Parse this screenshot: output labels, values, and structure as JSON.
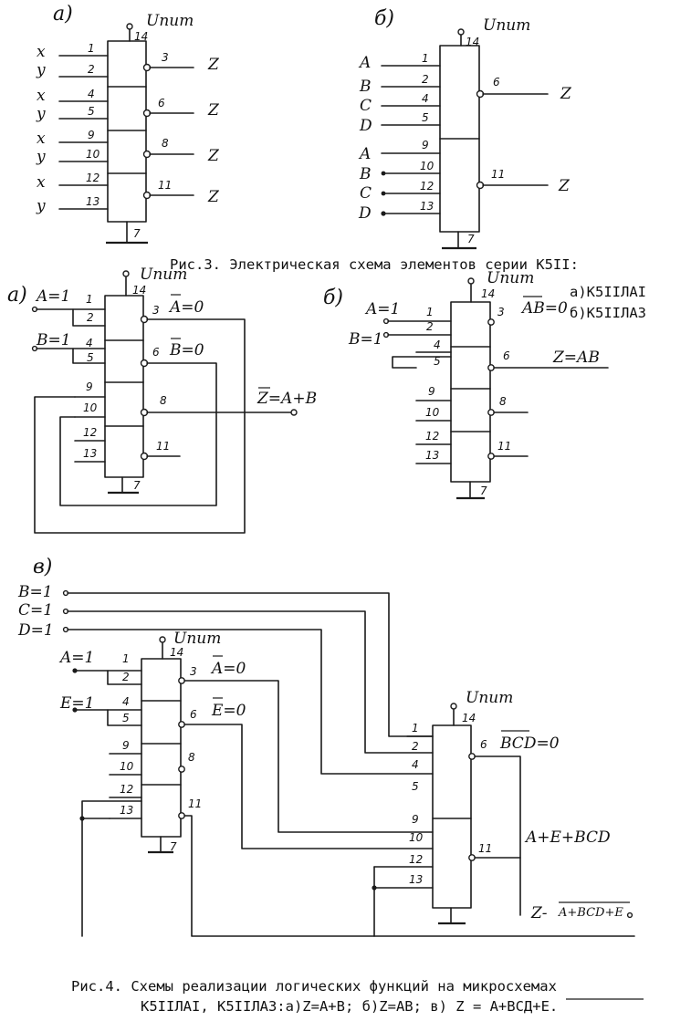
{
  "fig3": {
    "a_mark": "а)",
    "b_mark": "б)",
    "supply": "Uпит",
    "supply_pin": "14",
    "gnd_pin": "7",
    "a_inputs": [
      "x",
      "y",
      "x",
      "y",
      "x",
      "y",
      "x",
      "y"
    ],
    "a_in_pins": [
      "1",
      "2",
      "4",
      "5",
      "9",
      "10",
      "12",
      "13"
    ],
    "a_out_pins": [
      "3",
      "6",
      "8",
      "11"
    ],
    "a_outputs": [
      "Z",
      "Z",
      "Z",
      "Z"
    ],
    "b_inputs": [
      "A",
      "B",
      "C",
      "D",
      "A",
      "B",
      "C",
      "D"
    ],
    "b_in_pins": [
      "1",
      "2",
      "4",
      "5",
      "9",
      "10",
      "12",
      "13"
    ],
    "b_out_pins": [
      "6",
      "11"
    ],
    "b_outputs": [
      "Z",
      "Z"
    ],
    "caption": "Рис.3. Электрическая схема элементов серии К5II:",
    "legend_a": "а)К5IIЛАI",
    "legend_b": "б)К5IIЛА3"
  },
  "fig4": {
    "a_mark": "а)",
    "b_mark": "б)",
    "c_mark": "в)",
    "supply": "Uпит",
    "supply_pin": "14",
    "gnd_pin": "7",
    "a": {
      "in_a": "A=1",
      "in_b": "B=1",
      "in_pins": [
        "1",
        "2",
        "4",
        "5",
        "9",
        "10",
        "12",
        "13"
      ],
      "out_pins": [
        "3",
        "6",
        "8",
        "11"
      ],
      "not_a": "A=0",
      "not_b": "B=0",
      "result": "Z=A+B"
    },
    "b": {
      "in_a": "A=1",
      "in_b": "B=1",
      "in_pins": [
        "1",
        "2",
        "4",
        "5",
        "9",
        "10",
        "12",
        "13"
      ],
      "out_pins": [
        "3",
        "6",
        "8",
        "11"
      ],
      "not_ab": "AB=0",
      "result": "Z=AB"
    },
    "c": {
      "in_b": "B=1",
      "in_c": "C=1",
      "in_d": "D=1",
      "in_a": "A=1",
      "in_e": "E=1",
      "left_in_pins": [
        "1",
        "2",
        "4",
        "5",
        "9",
        "10",
        "12",
        "13"
      ],
      "left_out_pins": [
        "3",
        "6",
        "8",
        "11"
      ],
      "not_a": "A=0",
      "not_e": "E=0",
      "right_in_pins": [
        "1",
        "2",
        "4",
        "5",
        "9",
        "10",
        "12",
        "13"
      ],
      "right_out_pins": [
        "6",
        "11"
      ],
      "not_bcd": "BCD=0",
      "sum": "A+E+BCD",
      "z_prefix": "Z-",
      "z_expr": "A+BCD+E"
    },
    "caption_line1": "Рис.4. Схемы реализации логических функций на микросхемах",
    "caption_line2": "К5IIЛАI, К5IIЛА3:а)Z=A+B; б)Z=AB; в) Z = A+BCД+E."
  }
}
